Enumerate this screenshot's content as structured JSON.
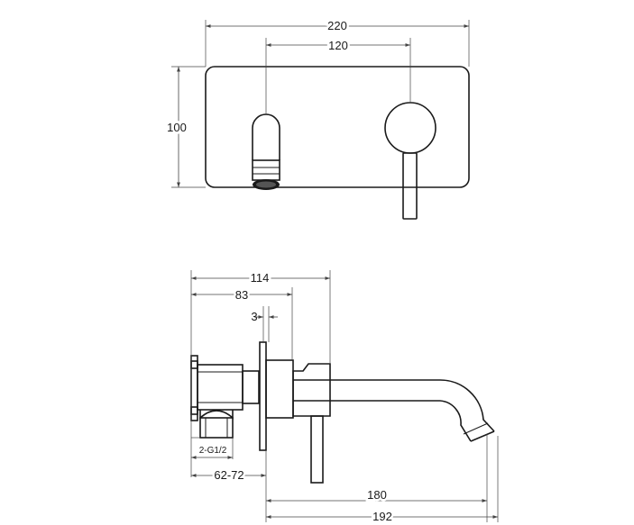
{
  "front_view": {
    "width_label": "220",
    "spacing_label": "120",
    "height_label": "100"
  },
  "side_view": {
    "depth_total_label": "114",
    "depth_handle_label": "83",
    "plate_label": "3",
    "thread_label": "2-G1/2",
    "wall_range_label": "62-72",
    "spout_reach_label": "180",
    "overall_reach_label": "192"
  }
}
